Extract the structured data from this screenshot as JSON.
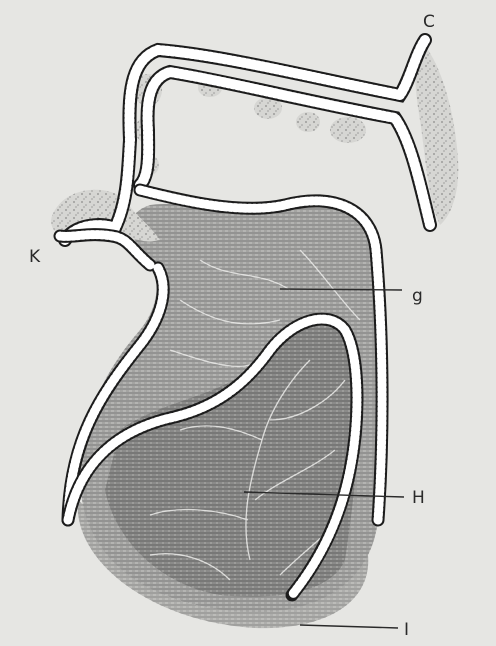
{
  "figure": {
    "labels": {
      "c": "C",
      "k": "K",
      "g": "g",
      "h": "H",
      "i": "I"
    },
    "colors": {
      "background": "#e6e6e3",
      "tissue": "#8e8e8e",
      "tissue_dark": "#5e5e5e",
      "epithelium": "#1c1c1c",
      "stipple": "#9a9a9a"
    }
  }
}
